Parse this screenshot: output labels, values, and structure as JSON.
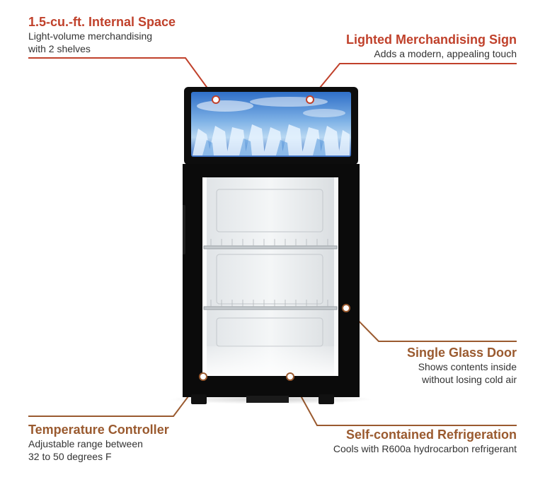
{
  "colors": {
    "accent": "#c0412b",
    "title_secondary": "#9a5a2f",
    "rule": "#c0412b",
    "rule_secondary": "#9a5a2f",
    "cabinet": "#0b0b0b",
    "sign_sky": "#3a7fd0"
  },
  "callouts": {
    "space": {
      "title": "1.5-cu.-ft. Internal Space",
      "lines": [
        "Light-volume merchandising",
        "with 2 shelves"
      ]
    },
    "sign": {
      "title": "Lighted Merchandising Sign",
      "lines": [
        "Adds a modern, appealing touch"
      ]
    },
    "door": {
      "title": "Single Glass Door",
      "lines": [
        "Shows contents inside",
        "without losing cold air"
      ]
    },
    "temp": {
      "title": "Temperature Controller",
      "lines": [
        "Adjustable range between",
        "32 to 50 degrees F"
      ]
    },
    "refrig": {
      "title": "Self-contained Refrigeration",
      "lines": [
        "Cools with R600a hydrocarbon refrigerant"
      ]
    }
  },
  "icons": {
    "hotspot": "callout-dot-icon"
  }
}
